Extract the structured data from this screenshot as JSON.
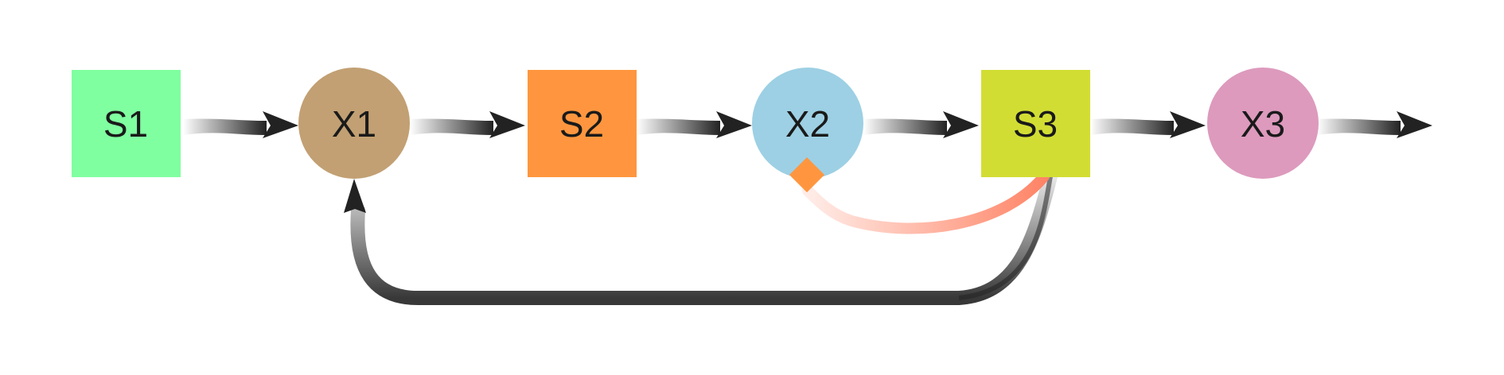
{
  "nodes": [
    {
      "id": "s1",
      "label": "S1",
      "shape": "square",
      "color": "#80FFA0"
    },
    {
      "id": "x1",
      "label": "X1",
      "shape": "circle",
      "color": "#C2A073"
    },
    {
      "id": "s2",
      "label": "S2",
      "shape": "square",
      "color": "#FF963F"
    },
    {
      "id": "x2",
      "label": "X2",
      "shape": "circle",
      "color": "#9DD0E4"
    },
    {
      "id": "s3",
      "label": "S3",
      "shape": "square",
      "color": "#D2DD34"
    },
    {
      "id": "x3",
      "label": "X3",
      "shape": "circle",
      "color": "#DD9ABD"
    }
  ],
  "edges": [
    {
      "from": "S1",
      "to": "X1",
      "type": "activation",
      "color": "#222222"
    },
    {
      "from": "X1",
      "to": "S2",
      "type": "activation",
      "color": "#222222"
    },
    {
      "from": "S2",
      "to": "X2",
      "type": "activation",
      "color": "#222222"
    },
    {
      "from": "X2",
      "to": "S3",
      "type": "activation",
      "color": "#222222"
    },
    {
      "from": "S3",
      "to": "X3",
      "type": "activation",
      "color": "#222222"
    },
    {
      "from": "X3",
      "to": "out",
      "type": "activation",
      "color": "#222222"
    },
    {
      "from": "S3",
      "to": "X1",
      "type": "feedback-activation",
      "color": "#222222"
    },
    {
      "from": "S3",
      "to": "X2",
      "type": "inhibition",
      "color": "#FF8466"
    }
  ]
}
